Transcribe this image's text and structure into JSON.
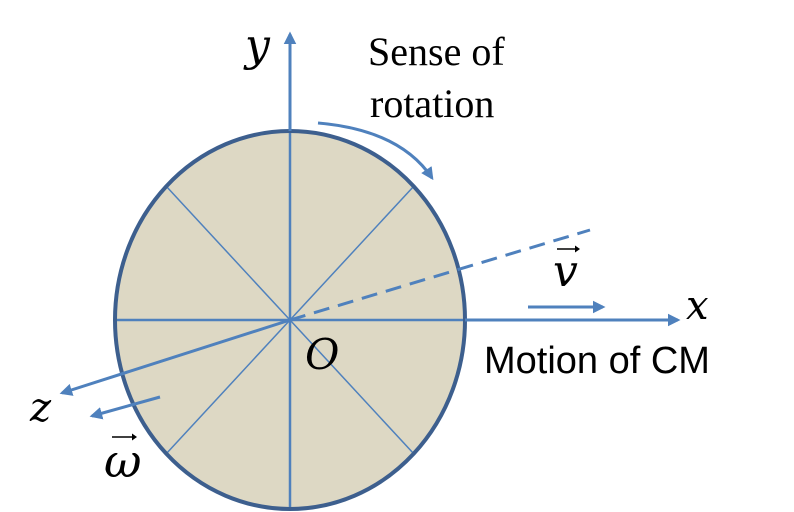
{
  "labels": {
    "y_axis": "y",
    "x_axis": "x",
    "z_axis": "z",
    "origin": "O",
    "velocity": "v",
    "angular_velocity": "ω",
    "sense_line1": "Sense of",
    "sense_line2": "rotation",
    "motion": "Motion of CM"
  },
  "colors": {
    "wheel_fill": "#ddd8c4",
    "wheel_edge": "#3d5f8e",
    "axis_blue": "#4f81bd",
    "text": "#000000"
  },
  "icons": {
    "vector_arrow": "right-arrow-accent"
  }
}
